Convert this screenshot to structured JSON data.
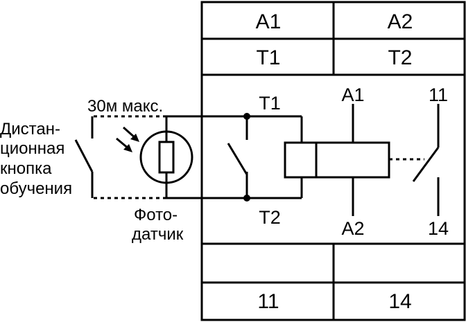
{
  "terminal_table": {
    "top_row_1": [
      "A1",
      "A2"
    ],
    "top_row_2": [
      "T1",
      "T2"
    ],
    "bottom_row_1": [
      "",
      ""
    ],
    "bottom_row_2": [
      "11",
      "14"
    ]
  },
  "circuit": {
    "sensor_terminal_top": "T1",
    "sensor_terminal_bottom": "T2",
    "coil_terminal_top": "A1",
    "coil_terminal_bottom": "A2",
    "contact_terminal_top": "11",
    "contact_terminal_bottom": "14"
  },
  "external": {
    "max_distance": "30м макс.",
    "remote_button_lines": [
      "Дистан-",
      "ционная",
      "кнопка",
      "обучения"
    ],
    "photo_sensor_lines": [
      "Фото-",
      "датчик"
    ]
  },
  "colors": {
    "line": "#000000",
    "background": "#ffffff"
  }
}
